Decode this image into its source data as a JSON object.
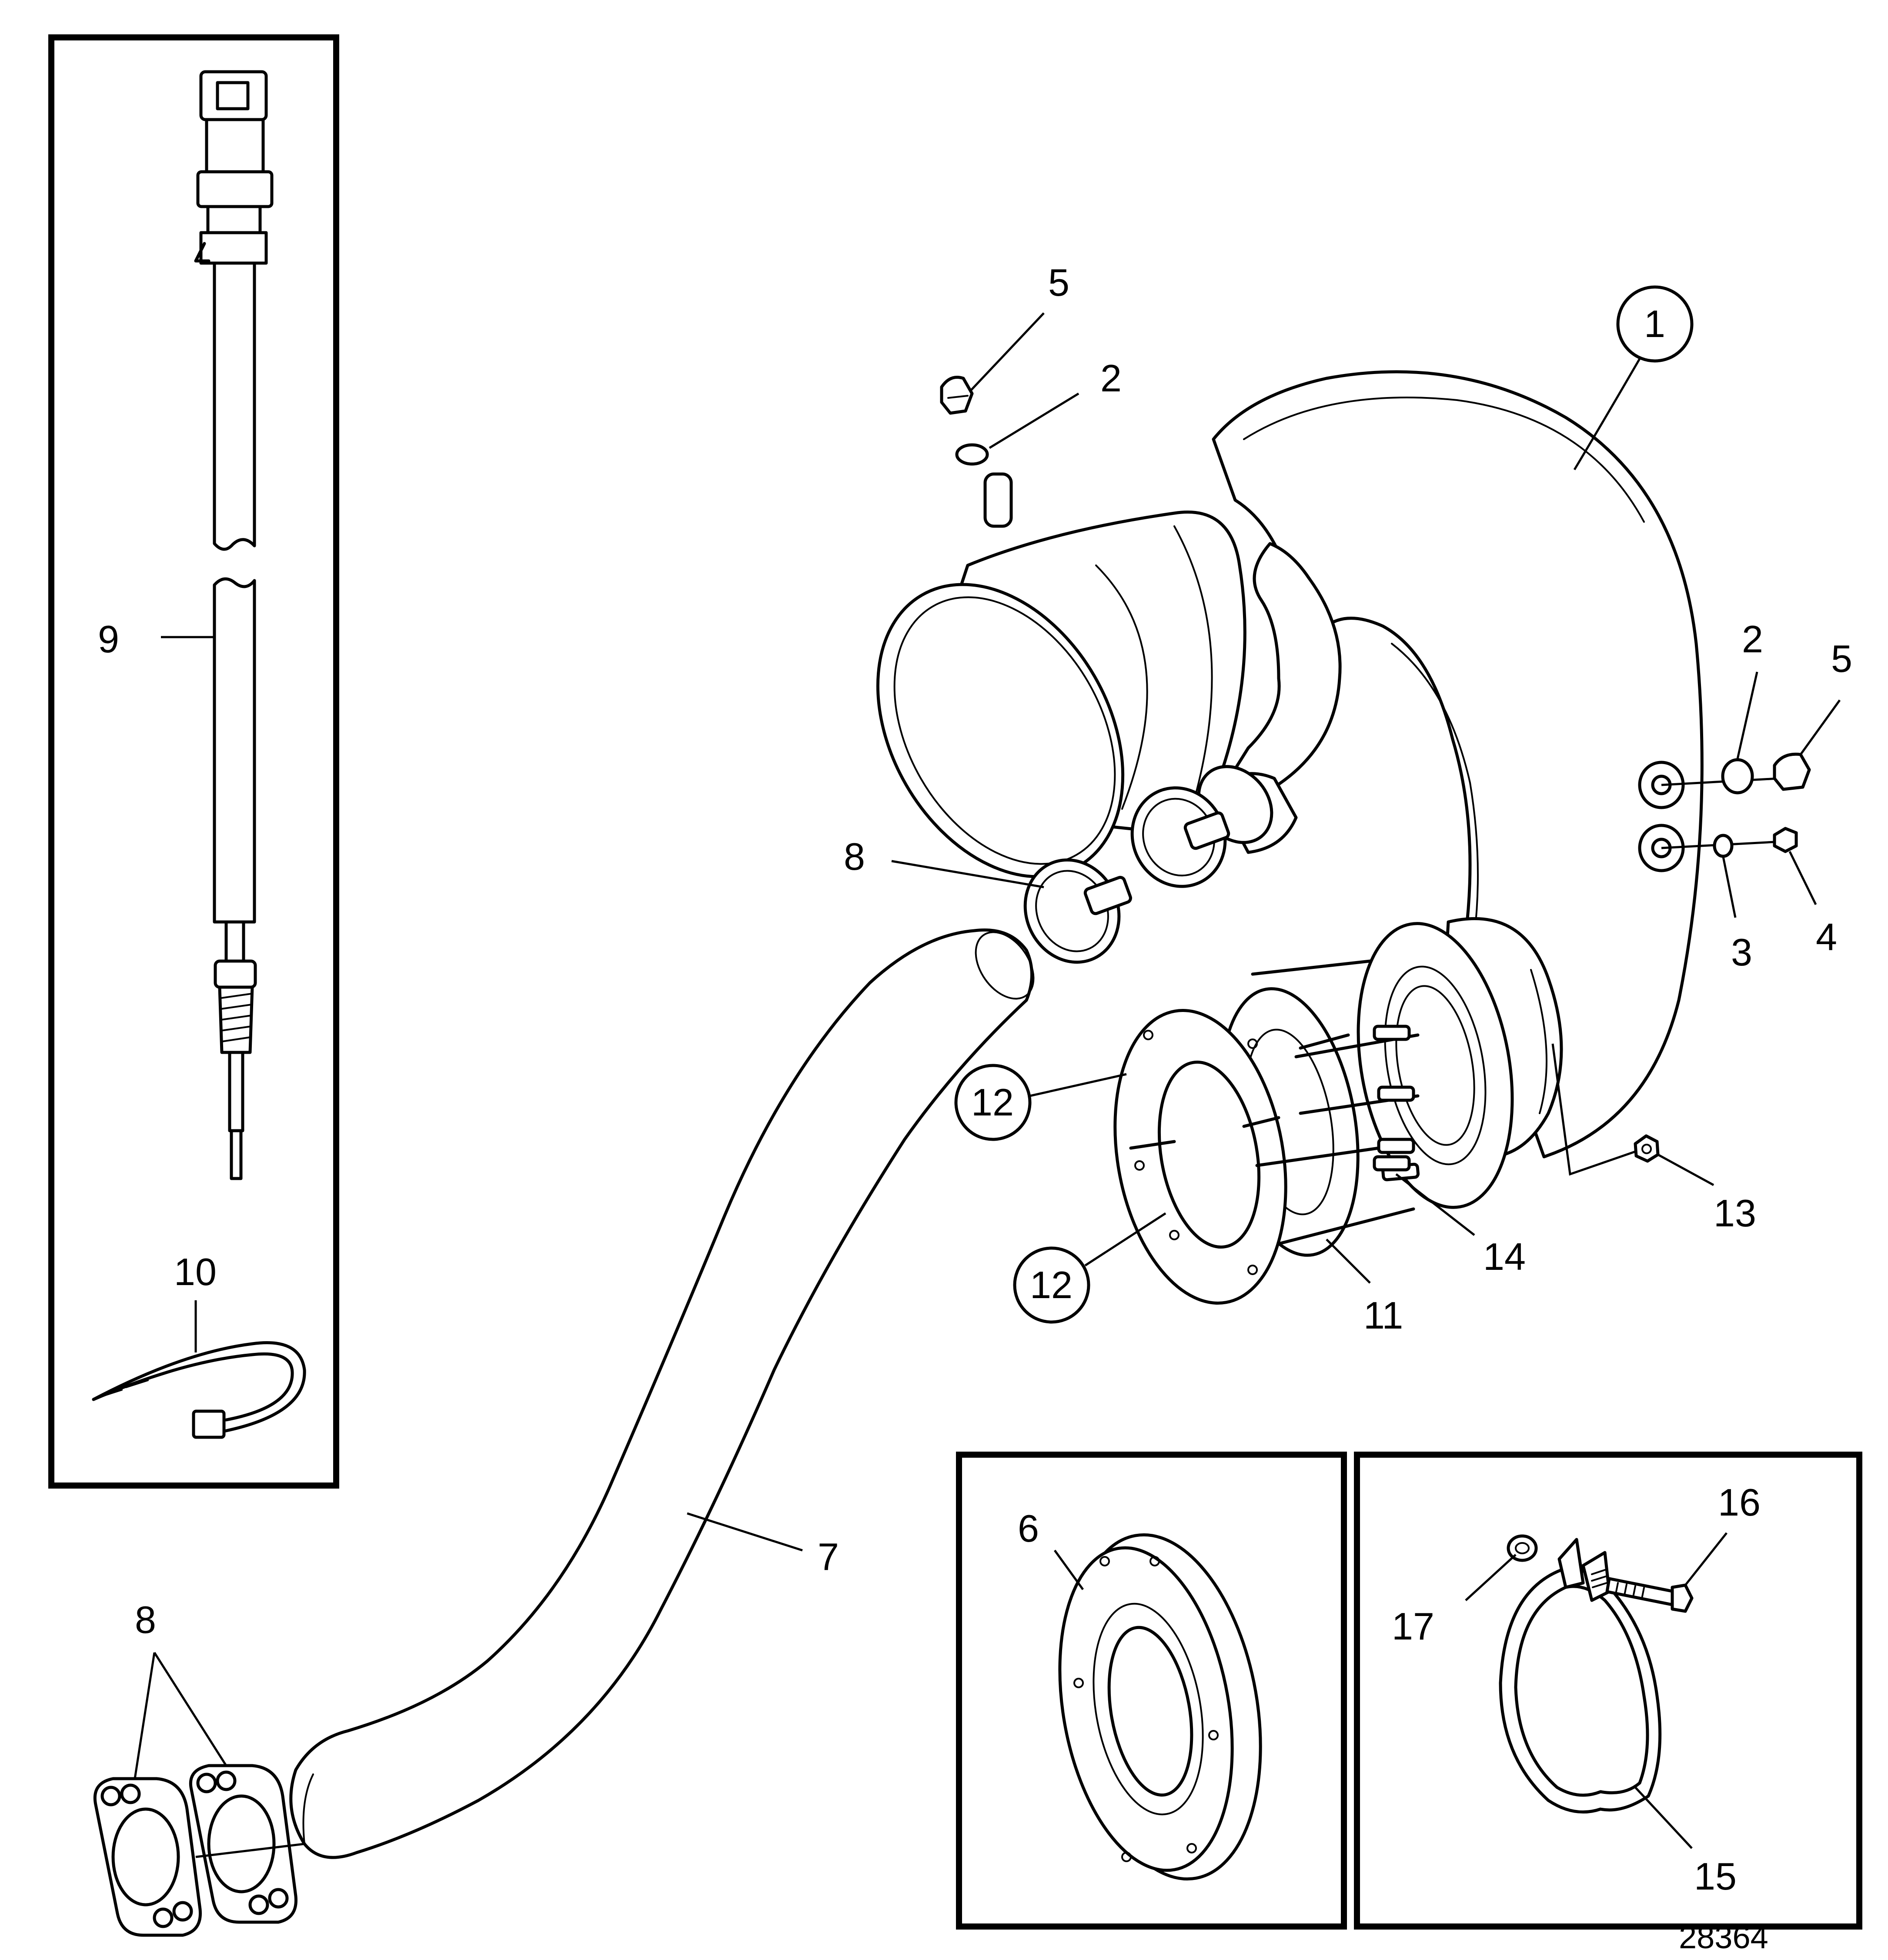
{
  "labels": {
    "l1": "1",
    "l2a": "2",
    "l2b": "2",
    "l3": "3",
    "l4": "4",
    "l5a": "5",
    "l5b": "5",
    "l6": "6",
    "l7": "7",
    "l8a": "8",
    "l8b": "8",
    "l9": "9",
    "l10": "10",
    "l11": "11",
    "l12a": "12",
    "l12b": "12",
    "l13": "13",
    "l14": "14",
    "l15": "15",
    "l16": "16",
    "l17": "17"
  },
  "drawing_number": "28364"
}
